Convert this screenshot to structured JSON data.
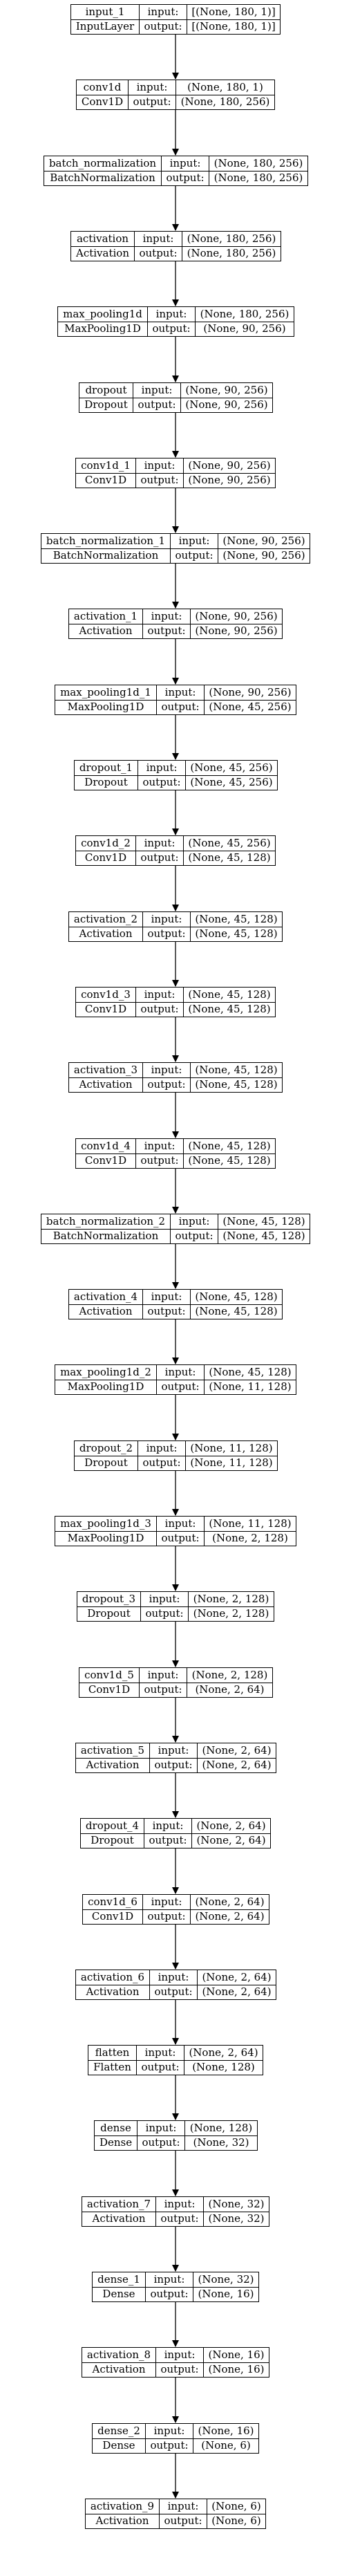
{
  "diagram": {
    "labels": {
      "input": "input:",
      "output": "output:"
    },
    "layers": [
      {
        "name": "input_1",
        "type": "InputLayer",
        "input": "[(None, 180, 1)]",
        "output": "[(None, 180, 1)]"
      },
      {
        "name": "conv1d",
        "type": "Conv1D",
        "input": "(None, 180, 1)",
        "output": "(None, 180, 256)"
      },
      {
        "name": "batch_normalization",
        "type": "BatchNormalization",
        "input": "(None, 180, 256)",
        "output": "(None, 180, 256)"
      },
      {
        "name": "activation",
        "type": "Activation",
        "input": "(None, 180, 256)",
        "output": "(None, 180, 256)"
      },
      {
        "name": "max_pooling1d",
        "type": "MaxPooling1D",
        "input": "(None, 180, 256)",
        "output": "(None, 90, 256)"
      },
      {
        "name": "dropout",
        "type": "Dropout",
        "input": "(None, 90, 256)",
        "output": "(None, 90, 256)"
      },
      {
        "name": "conv1d_1",
        "type": "Conv1D",
        "input": "(None, 90, 256)",
        "output": "(None, 90, 256)"
      },
      {
        "name": "batch_normalization_1",
        "type": "BatchNormalization",
        "input": "(None, 90, 256)",
        "output": "(None, 90, 256)"
      },
      {
        "name": "activation_1",
        "type": "Activation",
        "input": "(None, 90, 256)",
        "output": "(None, 90, 256)"
      },
      {
        "name": "max_pooling1d_1",
        "type": "MaxPooling1D",
        "input": "(None, 90, 256)",
        "output": "(None, 45, 256)"
      },
      {
        "name": "dropout_1",
        "type": "Dropout",
        "input": "(None, 45, 256)",
        "output": "(None, 45, 256)"
      },
      {
        "name": "conv1d_2",
        "type": "Conv1D",
        "input": "(None, 45, 256)",
        "output": "(None, 45, 128)"
      },
      {
        "name": "activation_2",
        "type": "Activation",
        "input": "(None, 45, 128)",
        "output": "(None, 45, 128)"
      },
      {
        "name": "conv1d_3",
        "type": "Conv1D",
        "input": "(None, 45, 128)",
        "output": "(None, 45, 128)"
      },
      {
        "name": "activation_3",
        "type": "Activation",
        "input": "(None, 45, 128)",
        "output": "(None, 45, 128)"
      },
      {
        "name": "conv1d_4",
        "type": "Conv1D",
        "input": "(None, 45, 128)",
        "output": "(None, 45, 128)"
      },
      {
        "name": "batch_normalization_2",
        "type": "BatchNormalization",
        "input": "(None, 45, 128)",
        "output": "(None, 45, 128)"
      },
      {
        "name": "activation_4",
        "type": "Activation",
        "input": "(None, 45, 128)",
        "output": "(None, 45, 128)"
      },
      {
        "name": "max_pooling1d_2",
        "type": "MaxPooling1D",
        "input": "(None, 45, 128)",
        "output": "(None, 11, 128)"
      },
      {
        "name": "dropout_2",
        "type": "Dropout",
        "input": "(None, 11, 128)",
        "output": "(None, 11, 128)"
      },
      {
        "name": "max_pooling1d_3",
        "type": "MaxPooling1D",
        "input": "(None, 11, 128)",
        "output": "(None, 2, 128)"
      },
      {
        "name": "dropout_3",
        "type": "Dropout",
        "input": "(None, 2, 128)",
        "output": "(None, 2, 128)"
      },
      {
        "name": "conv1d_5",
        "type": "Conv1D",
        "input": "(None, 2, 128)",
        "output": "(None, 2, 64)"
      },
      {
        "name": "activation_5",
        "type": "Activation",
        "input": "(None, 2, 64)",
        "output": "(None, 2, 64)"
      },
      {
        "name": "dropout_4",
        "type": "Dropout",
        "input": "(None, 2, 64)",
        "output": "(None, 2, 64)"
      },
      {
        "name": "conv1d_6",
        "type": "Conv1D",
        "input": "(None, 2, 64)",
        "output": "(None, 2, 64)"
      },
      {
        "name": "activation_6",
        "type": "Activation",
        "input": "(None, 2, 64)",
        "output": "(None, 2, 64)"
      },
      {
        "name": "flatten",
        "type": "Flatten",
        "input": "(None, 2, 64)",
        "output": "(None, 128)"
      },
      {
        "name": "dense",
        "type": "Dense",
        "input": "(None, 128)",
        "output": "(None, 32)"
      },
      {
        "name": "activation_7",
        "type": "Activation",
        "input": "(None, 32)",
        "output": "(None, 32)"
      },
      {
        "name": "dense_1",
        "type": "Dense",
        "input": "(None, 32)",
        "output": "(None, 16)"
      },
      {
        "name": "activation_8",
        "type": "Activation",
        "input": "(None, 16)",
        "output": "(None, 16)"
      },
      {
        "name": "dense_2",
        "type": "Dense",
        "input": "(None, 16)",
        "output": "(None, 6)"
      },
      {
        "name": "activation_9",
        "type": "Activation",
        "input": "(None, 6)",
        "output": "(None, 6)"
      }
    ]
  }
}
